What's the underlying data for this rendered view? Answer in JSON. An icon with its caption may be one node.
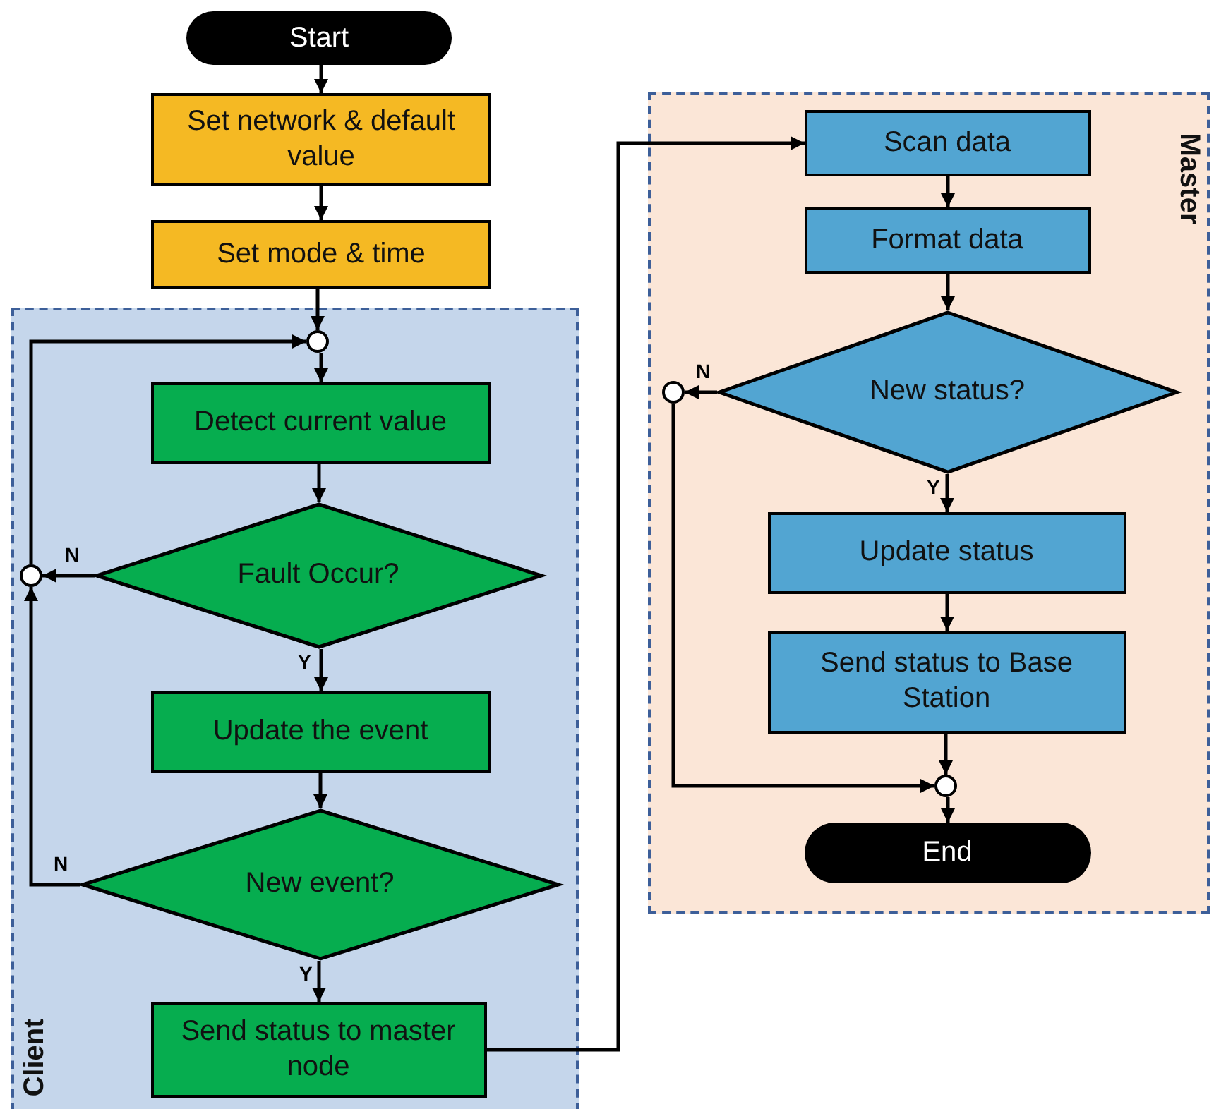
{
  "diagram": {
    "nodes": [
      {
        "text": [
          "Start"
        ]
      },
      {
        "text": [
          "Set network & default value"
        ]
      },
      {
        "text": [
          "Set mode & time"
        ]
      },
      {
        "text": [
          "Client"
        ]
      },
      {
        "text": [],
        "shape": "circle",
        "in": 3
      },
      {
        "text": [
          "Detect current value"
        ],
        "in": 3
      },
      {
        "text": [
          "Fault Occur?"
        ],
        "in": 3
      },
      {
        "text": [],
        "shape": "circle",
        "in": 3
      },
      {
        "text": [
          "Update the event"
        ],
        "in": 3
      },
      {
        "text": [
          "New event?"
        ],
        "in": 3
      },
      {
        "text": [
          "Send status to master node"
        ],
        "in": 3
      },
      {
        "text": [
          "Master"
        ]
      },
      {
        "text": [
          "Scan data"
        ],
        "in": 11
      },
      {
        "text": [
          "Format data"
        ],
        "in": 11
      },
      {
        "text": [
          "New status?"
        ],
        "in": 11
      },
      {
        "text": [],
        "shape": "circle",
        "in": 11
      },
      {
        "text": [
          "Update status"
        ],
        "in": 11
      },
      {
        "text": [
          "Send status to Base Station"
        ],
        "in": 11
      },
      {
        "text": [],
        "shape": "circle",
        "in": 11
      },
      {
        "text": [
          "End"
        ],
        "in": 11
      }
    ],
    "edges": [
      {
        "from": 0,
        "to": 1,
        "arrow": "to"
      },
      {
        "from": 1,
        "to": 2,
        "arrow": "to"
      },
      {
        "from": 2,
        "to": 4,
        "arrow": "to"
      },
      {
        "from": 4,
        "to": 5,
        "arrow": "to"
      },
      {
        "from": 5,
        "to": 6,
        "arrow": "to"
      },
      {
        "from": 6,
        "to": 7,
        "arrow": "to",
        "label": "N"
      },
      {
        "from": 6,
        "to": 8,
        "arrow": "to",
        "label": "Y"
      },
      {
        "from": 8,
        "to": 9,
        "arrow": "to"
      },
      {
        "from": 9,
        "to": 7,
        "arrow": "to",
        "label": "N"
      },
      {
        "from": 7,
        "to": 4,
        "arrow": "to"
      },
      {
        "from": 9,
        "to": 10,
        "arrow": "to",
        "label": "Y"
      },
      {
        "from": 10,
        "to": 12,
        "arrow": "to"
      },
      {
        "from": 12,
        "to": 13,
        "arrow": "to"
      },
      {
        "from": 13,
        "to": 14,
        "arrow": "to"
      },
      {
        "from": 14,
        "to": 15,
        "arrow": "to",
        "label": "N"
      },
      {
        "from": 14,
        "to": 16,
        "arrow": "to",
        "label": "Y"
      },
      {
        "from": 16,
        "to": 17,
        "arrow": "to"
      },
      {
        "from": 17,
        "to": 18,
        "arrow": "to"
      },
      {
        "from": 15,
        "to": 18,
        "arrow": "to"
      },
      {
        "from": 18,
        "to": 19,
        "arrow": "to"
      }
    ]
  }
}
